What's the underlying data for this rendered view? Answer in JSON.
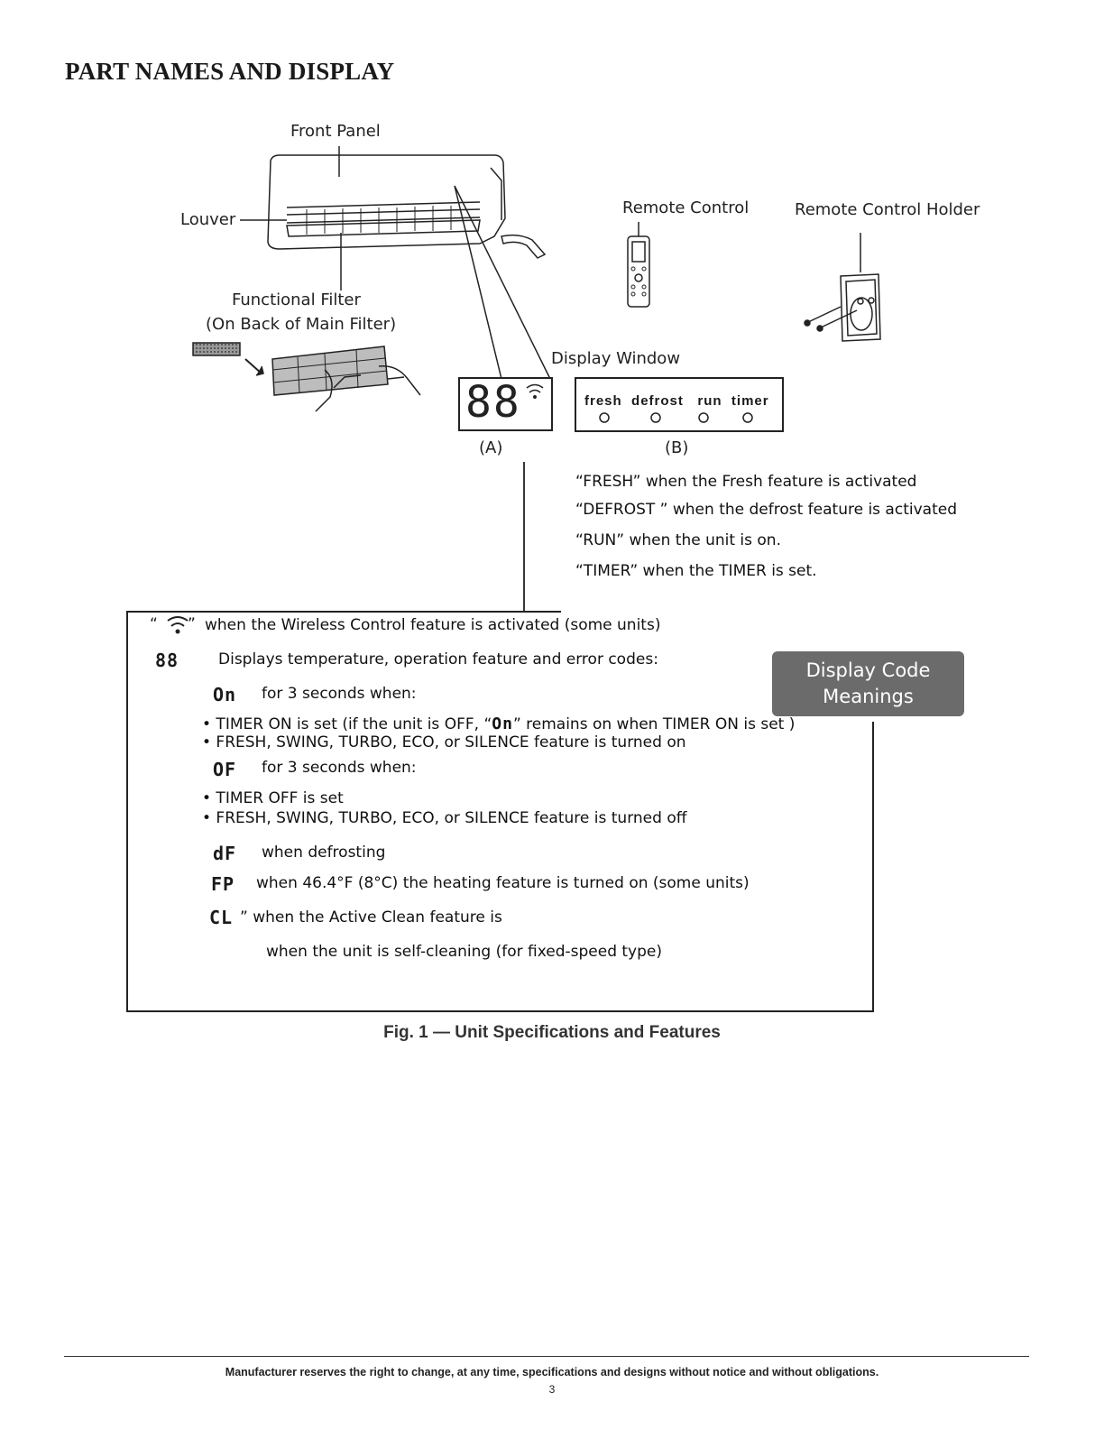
{
  "page": {
    "title": "PART NAMES AND DISPLAY",
    "caption": "Fig. 1 — Unit Specifications and Features",
    "footer": "Manufacturer reserves the right to change, at any time, specifications and designs without notice and without obligations.",
    "page_number": "3"
  },
  "labels": {
    "front_panel": "Front Panel",
    "louver": "Louver",
    "functional_filter": "Functional Filter",
    "functional_filter_note": "(On Back of Main Filter)",
    "remote_control": "Remote Control",
    "remote_control_holder": "Remote Control Holder",
    "display_window": "Display Window",
    "panel_a": "(A)",
    "panel_b": "(B)"
  },
  "display_a": {
    "digits": "88"
  },
  "display_b": {
    "indicators": [
      "fresh",
      "defrost",
      "run",
      "timer"
    ]
  },
  "indicator_notes": [
    "“FRESH” when the Fresh feature is activated",
    "“DEFROST ” when the defrost feature is activated",
    "“RUN”  when the unit is on.",
    "“TIMER” when the TIMER is set."
  ],
  "codes_box": {
    "wireless": {
      "prefix": "“",
      "suffix": "”",
      "text": "when the Wireless Control feature is activated (some units)"
    },
    "digits": {
      "code": "88",
      "text": "Displays  temperature, operation feature and error codes:"
    },
    "on": {
      "code": "On",
      "text": "for 3 seconds when:",
      "bullet1_a": "• TIMER ON is set (if the unit is OFF,  “",
      "bullet1_code": "On",
      "bullet1_b": "” remains on when TIMER ON is set )",
      "bullet2": "• FRESH, SWING, TURBO, ECO, or SILENCE feature is turned on"
    },
    "of": {
      "code": "OF",
      "text": "for 3 seconds when:",
      "bullet1": "• TIMER OFF is set",
      "bullet2": "• FRESH, SWING, TURBO, ECO, or SILENCE feature is turned off"
    },
    "df": {
      "code": "dF",
      "text": "when defrosting"
    },
    "fp": {
      "code": "FP",
      "text": "when 46.4°F (8°C) the heating feature is turned on (some units)"
    },
    "cl": {
      "code": "CL",
      "text": "” when the Active Clean feature is",
      "line2": "when the unit is self-cleaning (for fixed-speed type)"
    }
  },
  "badge": {
    "line1": "Display Code",
    "line2": "Meanings"
  }
}
